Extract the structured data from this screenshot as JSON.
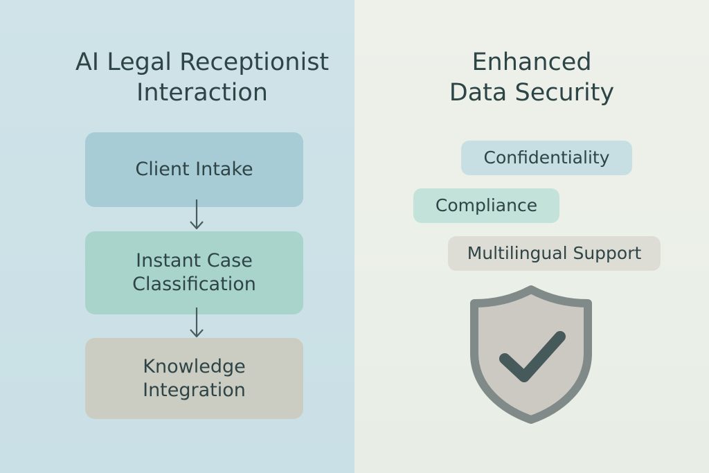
{
  "left": {
    "title_line1": "AI Legal Receptionist",
    "title_line2": "Interaction",
    "steps": [
      {
        "lines": [
          "Client Intake"
        ]
      },
      {
        "lines": [
          "Instant Case",
          "Classification"
        ]
      },
      {
        "lines": [
          "Knowledge",
          "Integration"
        ]
      }
    ]
  },
  "right": {
    "title_line1": "Enhanced",
    "title_line2": "Data Security",
    "features": [
      "Confidentiality",
      "Compliance",
      "Multilingual Support"
    ]
  },
  "colors": {
    "left_bg": "#cfe3e8",
    "right_bg": "#eef1ea",
    "step1": "#a8ccd6",
    "step2": "#a9d4cb",
    "step3": "#cbcdc3",
    "shield_fill": "#cbc9c1",
    "shield_stroke": "#7f8a89",
    "check": "#46595b",
    "text": "#2e4547"
  },
  "icons": [
    "arrow-down-icon",
    "shield-check-icon"
  ]
}
